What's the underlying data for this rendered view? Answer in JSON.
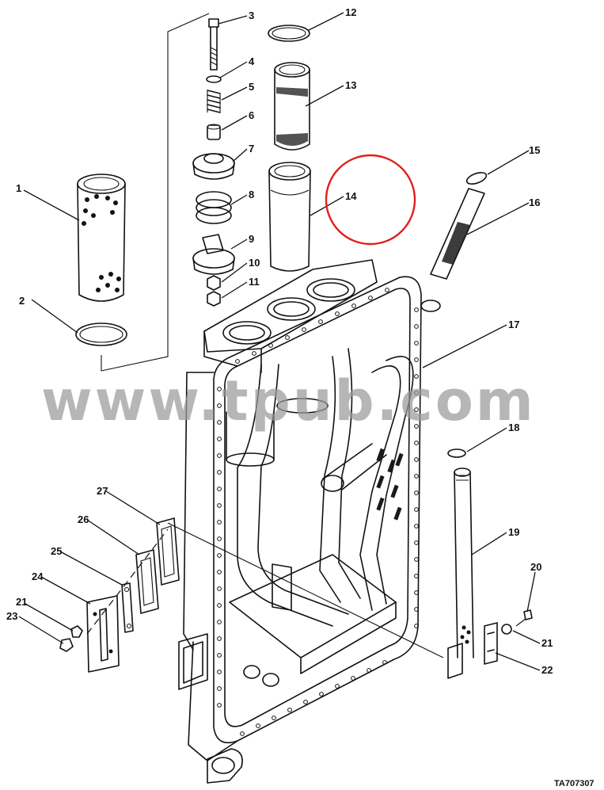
{
  "callouts": [
    {
      "id": "c1",
      "label": "1"
    },
    {
      "id": "c2",
      "label": "2"
    },
    {
      "id": "c3",
      "label": "3"
    },
    {
      "id": "c4",
      "label": "4"
    },
    {
      "id": "c5",
      "label": "5"
    },
    {
      "id": "c6",
      "label": "6"
    },
    {
      "id": "c7",
      "label": "7"
    },
    {
      "id": "c8",
      "label": "8"
    },
    {
      "id": "c9",
      "label": "9"
    },
    {
      "id": "c10",
      "label": "10"
    },
    {
      "id": "c11",
      "label": "11"
    },
    {
      "id": "c12",
      "label": "12"
    },
    {
      "id": "c13",
      "label": "13"
    },
    {
      "id": "c14",
      "label": "14"
    },
    {
      "id": "c15",
      "label": "15"
    },
    {
      "id": "c16",
      "label": "16"
    },
    {
      "id": "c17",
      "label": "17"
    },
    {
      "id": "c18",
      "label": "18"
    },
    {
      "id": "c19",
      "label": "19"
    },
    {
      "id": "c20",
      "label": "20"
    },
    {
      "id": "c21a",
      "label": "21"
    },
    {
      "id": "c21b",
      "label": "21"
    },
    {
      "id": "c22",
      "label": "22"
    },
    {
      "id": "c23",
      "label": "23"
    },
    {
      "id": "c24",
      "label": "24"
    },
    {
      "id": "c25",
      "label": "25"
    },
    {
      "id": "c26",
      "label": "26"
    },
    {
      "id": "c27",
      "label": "27"
    }
  ],
  "watermark": "www.tpub.com",
  "figure_code": "TA707307",
  "highlight_color": "#e0201c",
  "highlighted_callout": "14"
}
